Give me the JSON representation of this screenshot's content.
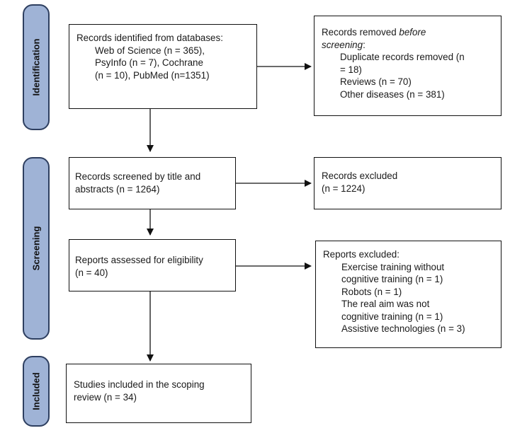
{
  "phases": {
    "identification": "Identification",
    "screening": "Screening",
    "included": "Included"
  },
  "boxes": {
    "identified": {
      "line1": "Records identified  from databases:",
      "line2": "Web of Science  (n = 365),",
      "line3": "PsyInfo  (n = 7), Cochrane",
      "line4": "(n = 10),  PubMed  (n=1351)"
    },
    "removed": {
      "line1_a": "Records removed ",
      "line1_b": "before",
      "line2": "screening",
      "line2_colon": ":",
      "line3": "Duplicate records removed  (n",
      "line4": "= 18)",
      "line5": "Reviews  (n = 70)",
      "line6": "Other diseases  (n = 381)"
    },
    "screened": {
      "line1": "Records screened  by title and",
      "line2": "abstracts  (n = 1264)"
    },
    "excluded": {
      "line1": "Records excluded",
      "line2": "(n = 1224)"
    },
    "assessed": {
      "line1": "Reports  assessed  for eligibility",
      "line2": "(n = 40)"
    },
    "reports_excluded": {
      "line1": "Reports excluded:",
      "line2": "Exercise training without",
      "line3": "cognitive training  (n = 1)",
      "line4": "Robots  (n = 1)",
      "line5": "The real aim was not",
      "line6": "cognitive training  (n = 1)",
      "line7": "Assistive technologies    (n =  3)"
    },
    "included": {
      "line1": "Studies included  in the scoping",
      "line2": "review  (n = 34)"
    }
  }
}
